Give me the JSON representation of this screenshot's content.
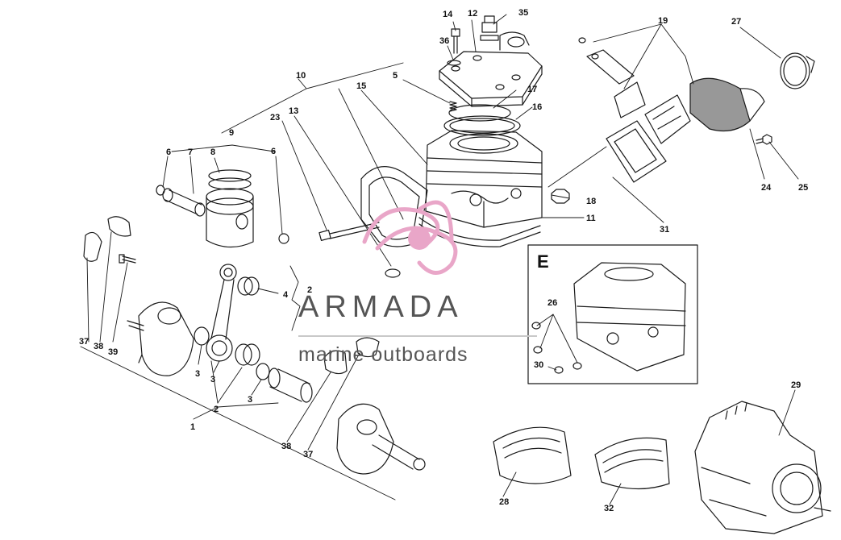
{
  "colors": {
    "brand_main": "#555555",
    "brand_accent": "#e9a6c8",
    "line": "#1a1a1a"
  },
  "watermark": {
    "brand_name": "ARMADA",
    "tagline": "marine outboards"
  },
  "detail_box": {
    "title": "E"
  },
  "callouts": {
    "c1": "1",
    "c2a": "2",
    "c2b": "2",
    "c3a": "3",
    "c3b": "3",
    "c3c": "3",
    "c4": "4",
    "c5": "5",
    "c6a": "6",
    "c6b": "6",
    "c7": "7",
    "c8": "8",
    "c9": "9",
    "c10": "10",
    "c11": "11",
    "c12": "12",
    "c13": "13",
    "c14": "14",
    "c15": "15",
    "c16": "16",
    "c17": "17",
    "c18": "18",
    "c19": "19",
    "c23": "23",
    "c24": "24",
    "c25": "25",
    "c26": "26",
    "c27": "27",
    "c28": "28",
    "c29": "29",
    "c30": "30",
    "c31": "31",
    "c32": "32",
    "c35": "35",
    "c36": "36",
    "c37a": "37",
    "c37b": "37",
    "c38a": "38",
    "c38b": "38",
    "c39": "39"
  }
}
